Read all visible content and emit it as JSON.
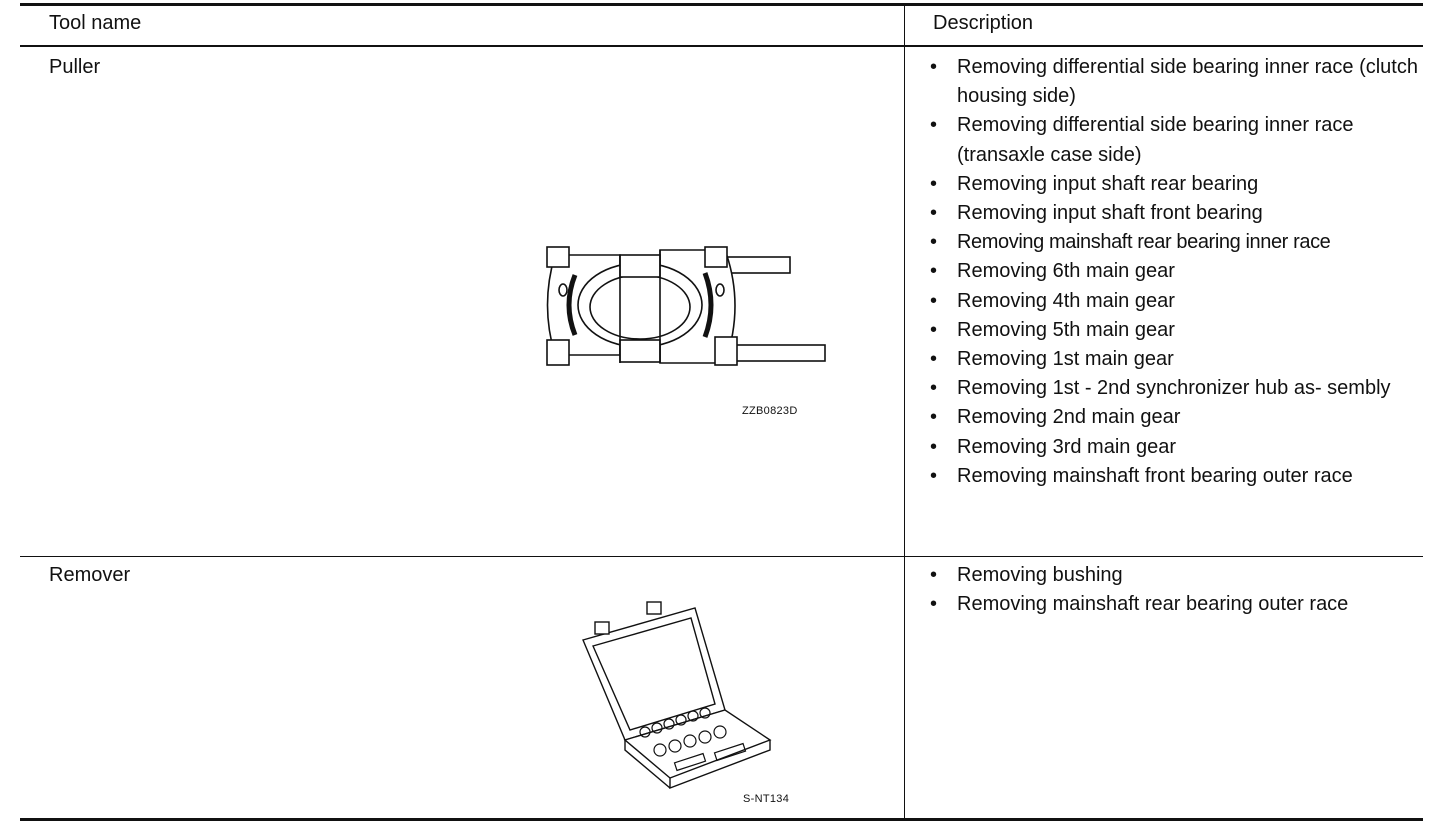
{
  "table": {
    "header": {
      "tool_name": "Tool name",
      "description": "Description"
    },
    "rows": [
      {
        "tool_name": "Puller",
        "figure_code": "ZZB0823D",
        "descriptions": [
          "Removing differential side bearing inner race (clutch housing side)",
          "Removing differential side bearing inner race (transaxle case side)",
          "Removing input shaft rear bearing",
          "Removing input shaft front bearing",
          "Removing mainshaft rear bearing inner race",
          "Removing 6th main gear",
          "Removing 4th main gear",
          "Removing 5th main gear",
          "Removing 1st main gear",
          "Removing 1st - 2nd synchronizer hub as- sembly",
          "Removing 2nd main gear",
          "Removing 3rd main gear",
          "Removing mainshaft front bearing outer race"
        ]
      },
      {
        "tool_name": "Remover",
        "figure_code": "S-NT134",
        "descriptions": [
          "Removing bushing",
          "Removing mainshaft rear bearing outer race"
        ]
      }
    ]
  }
}
